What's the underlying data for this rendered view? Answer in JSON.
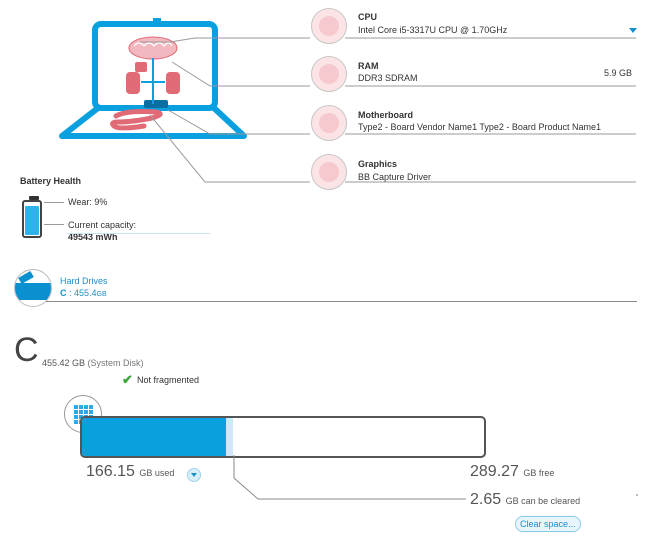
{
  "hardware": {
    "cpu": {
      "title": "CPU",
      "value": "Intel Core i5-3317U CPU @ 1.70GHz"
    },
    "ram": {
      "title": "RAM",
      "value": "DDR3 SDRAM",
      "size": "5.9 GB"
    },
    "motherboard": {
      "title": "Motherboard",
      "value": "Type2 - Board Vendor Name1 Type2 - Board Product Name1"
    },
    "graphics": {
      "title": "Graphics",
      "value": "BB Capture Driver"
    }
  },
  "battery": {
    "title": "Battery Health",
    "wear_label": "Wear: 9%",
    "capacity_label": "Current capacity:",
    "capacity_value": "49543 mWh"
  },
  "hard_drives": {
    "title": "Hard Drives",
    "drive_letter": "C",
    "drive_size": ": 455.4",
    "drive_unit": "GB"
  },
  "disk": {
    "letter": "C",
    "size": "455.42 GB",
    "label": "(System Disk)",
    "fragment_status": "Not fragmented",
    "used_fraction": 0.366,
    "used_value": "166.15",
    "used_unit": "GB used",
    "free_value": "289.27",
    "free_unit": "GB free",
    "clear_value": "2.65",
    "clear_unit": "GB can be cleared",
    "clear_button": "Clear space..."
  },
  "colors": {
    "accent": "#0aa0e0",
    "pink": "#e06a75",
    "line": "#9a9a9a"
  }
}
